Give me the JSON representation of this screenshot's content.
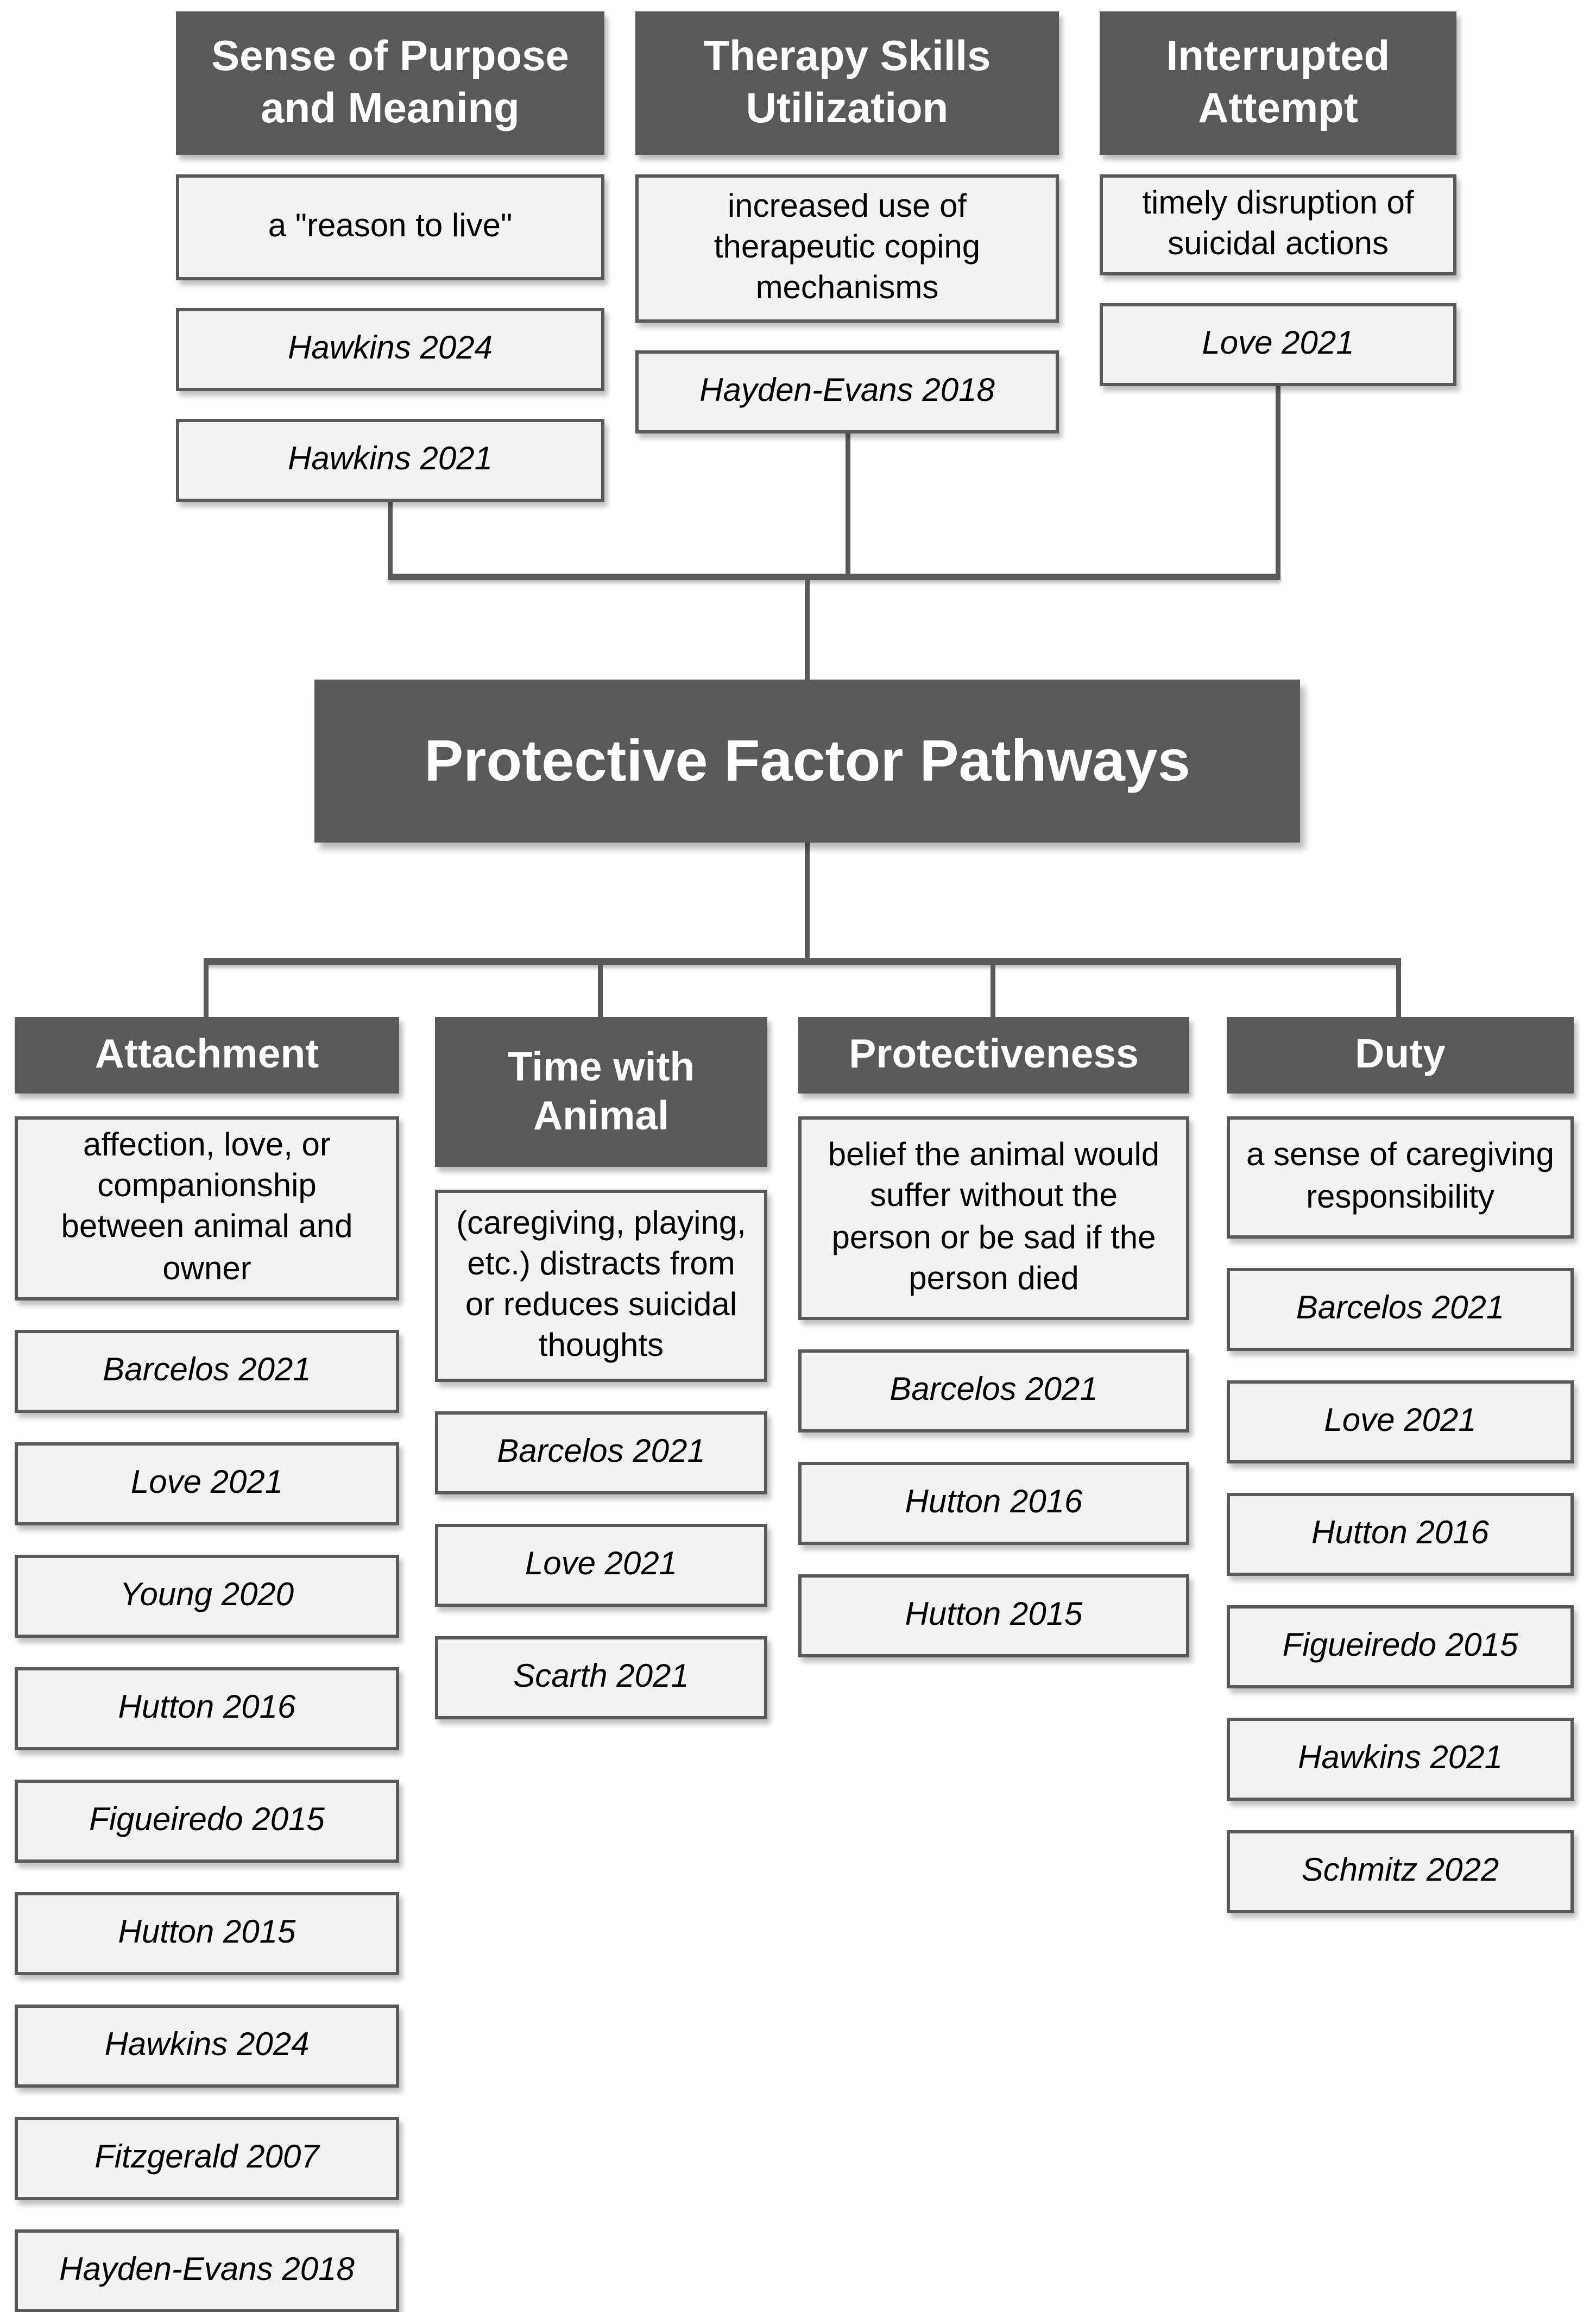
{
  "title": "Protective Factor Pathways",
  "top_branches": [
    {
      "label": "Sense of Purpose and Meaning",
      "definition": "a \"reason to live\"",
      "citations": [
        "Hawkins 2024",
        "Hawkins 2021"
      ]
    },
    {
      "label": "Therapy Skills Utilization",
      "definition": "increased use of therapeutic coping mechanisms",
      "citations": [
        "Hayden-Evans 2018"
      ]
    },
    {
      "label": "Interrupted Attempt",
      "definition": "timely disruption of suicidal actions",
      "citations": [
        "Love 2021"
      ]
    }
  ],
  "bottom_branches": [
    {
      "label": "Attachment",
      "definition": "affection, love, or companionship between animal and owner",
      "citations": [
        "Barcelos 2021",
        "Love 2021",
        "Young 2020",
        "Hutton 2016",
        "Figueiredo 2015",
        "Hutton 2015",
        "Hawkins 2024",
        "Fitzgerald 2007",
        "Hayden-Evans 2018"
      ]
    },
    {
      "label": "Time with Animal",
      "definition": "(caregiving, playing, etc.) distracts from or reduces suicidal thoughts",
      "citations": [
        "Barcelos 2021",
        "Love 2021",
        "Scarth 2021"
      ]
    },
    {
      "label": "Protectiveness",
      "definition": "belief the animal would suffer without the person or be sad if the person died",
      "citations": [
        "Barcelos 2021",
        "Hutton 2016",
        "Hutton 2015"
      ]
    },
    {
      "label": "Duty",
      "definition": "a sense of caregiving responsibility",
      "citations": [
        "Barcelos 2021",
        "Love 2021",
        "Hutton 2016",
        "Figueiredo 2015",
        "Hawkins 2021",
        "Schmitz 2022"
      ]
    }
  ],
  "colors": {
    "header_bg": "#595959",
    "header_text": "#ffffff",
    "box_bg": "#f2f2f2",
    "box_border": "#595959",
    "connector": "#595959",
    "body_text": "#000000"
  }
}
